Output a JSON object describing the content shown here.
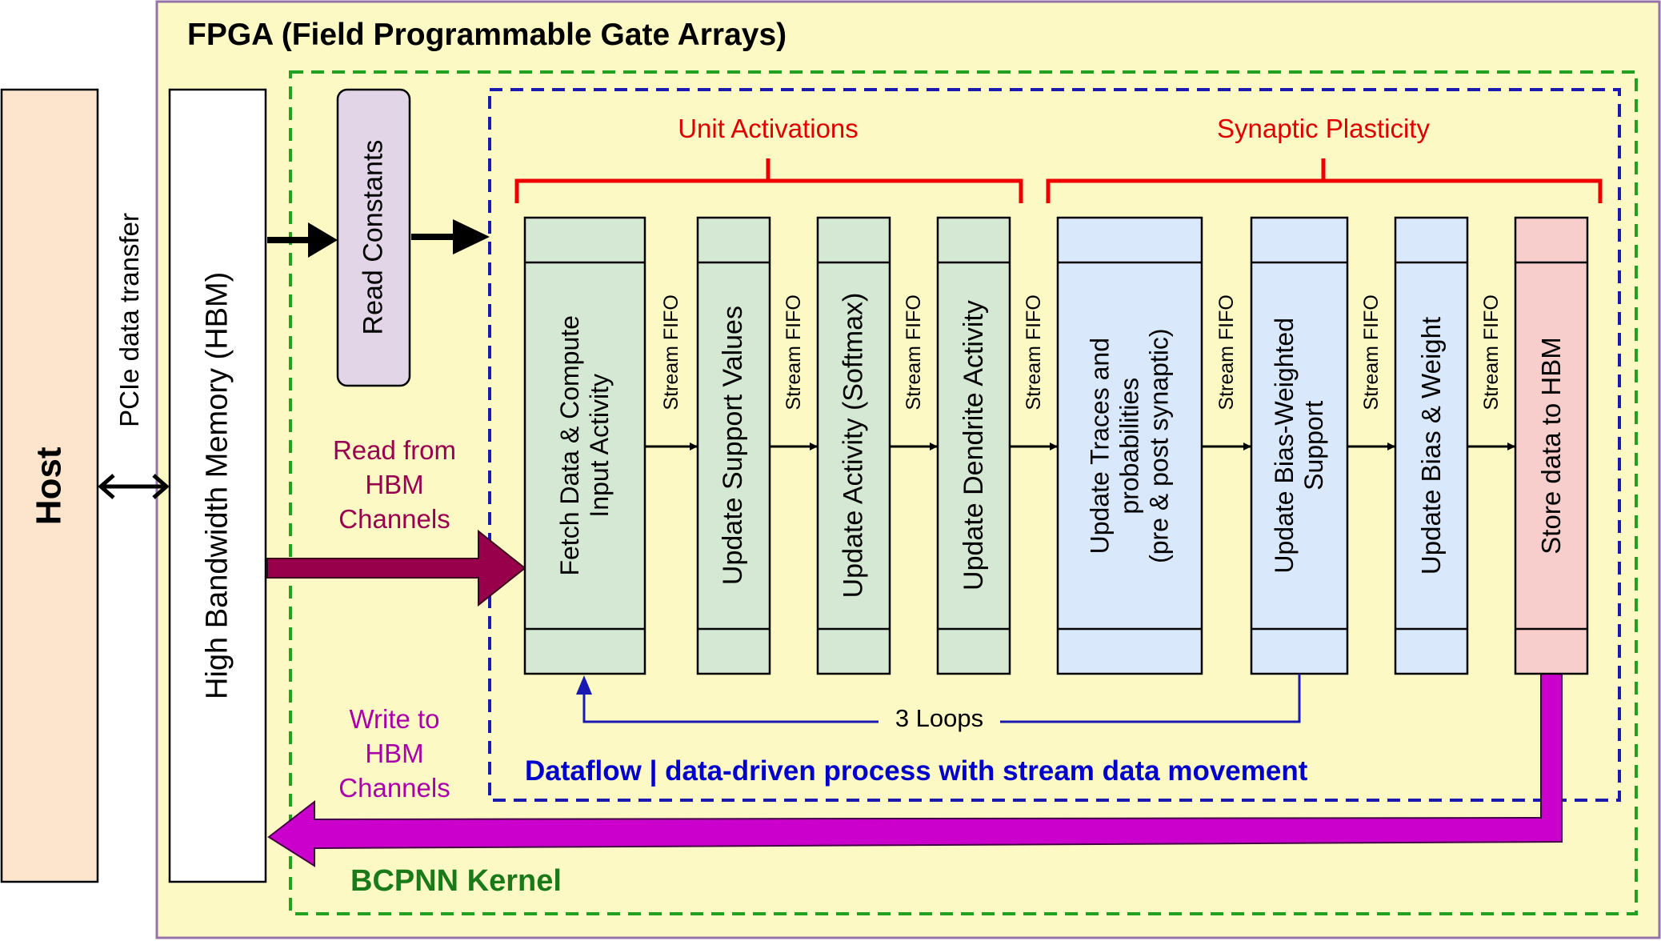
{
  "fpga": {
    "title": "FPGA (Field Programmable Gate Arrays)"
  },
  "host": {
    "label": "Host"
  },
  "pcie": {
    "label": "PCIe data transfer"
  },
  "hbm": {
    "label": "High Bandwidth Memory (HBM)"
  },
  "read_constants": {
    "label": "Read Constants"
  },
  "read_hbm": {
    "label": "Read from\nHBM\nChannels"
  },
  "write_hbm": {
    "label": "Write to\nHBM\nChannels"
  },
  "groups": {
    "unit_activations": "Unit Activations",
    "synaptic_plasticity": "Synaptic Plasticity"
  },
  "stages": [
    {
      "label": "Fetch Data & Compute\nInput Activity",
      "group": "unit"
    },
    {
      "label": "Update Support Values",
      "group": "unit"
    },
    {
      "label": "Update Activity (Softmax)",
      "group": "unit"
    },
    {
      "label": "Update Dendrite Activity",
      "group": "unit"
    },
    {
      "label": "Update Traces and\nprobabilities\n(pre & post synaptic)",
      "group": "synaptic"
    },
    {
      "label": "Update Bias-Weighted\nSupport",
      "group": "synaptic"
    },
    {
      "label": "Update Bias & Weight",
      "group": "synaptic"
    },
    {
      "label": "Store data to HBM",
      "group": "store"
    }
  ],
  "fifo_label": "Stream FIFO",
  "loop_label": "3 Loops",
  "dataflow_caption": "Dataflow | data-driven process with stream data movement",
  "kernel_label": "BCPNN Kernel",
  "colors": {
    "fpga_bg": "#fdf9c5",
    "fpga_border": "#9673a6",
    "host_fill": "#fde4cc",
    "kernel_border": "#22a022",
    "kernel_text": "#1a7a1a",
    "dataflow_border": "#1a1ab0",
    "dataflow_text": "#0000cc",
    "unit_fill": "#d5e8d4",
    "synaptic_fill": "#dae8fc",
    "store_fill": "#f8cecc",
    "read_const_fill": "#e1d5e7",
    "bracket": "#ee0000",
    "group_text": "#dd0000",
    "read_arrow": "#99004c",
    "read_text": "#990050",
    "write_arrow": "#cc00cc",
    "write_text": "#aa00aa",
    "loop_line": "#1a1ab0"
  }
}
